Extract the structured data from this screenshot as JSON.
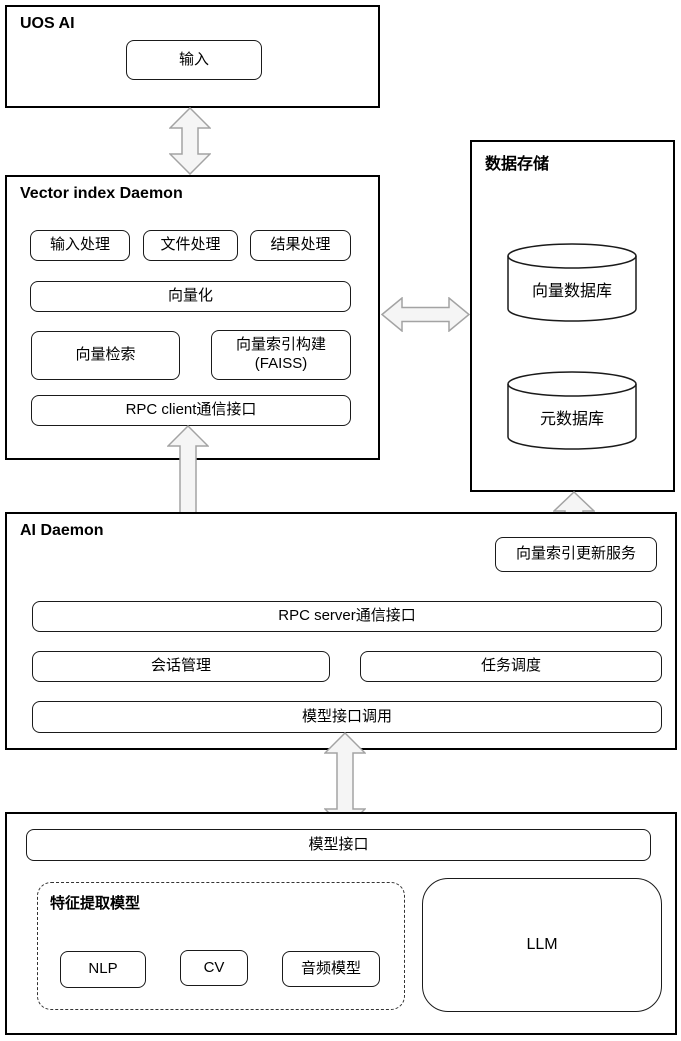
{
  "diagram": {
    "uos": {
      "title": "UOS AI",
      "input": "输入"
    },
    "vid": {
      "title": "Vector index Daemon",
      "input_proc": "输入处理",
      "file_proc": "文件处理",
      "result_proc": "结果处理",
      "vectorize": "向量化",
      "search": "向量检索",
      "index_build": "向量索引构建",
      "index_build_sub": "(FAISS)",
      "rpc_client": "RPC client通信接口"
    },
    "storage": {
      "title": "数据存储",
      "vector_db": "向量数据库",
      "meta_db": "元数据库"
    },
    "ai": {
      "title": "AI Daemon",
      "index_update": "向量索引更新服务",
      "rpc_server": "RPC server通信接口",
      "session": "会话管理",
      "task": "任务调度",
      "model_call": "模型接口调用"
    },
    "models": {
      "interface": "模型接口",
      "feature_group": "特征提取模型",
      "nlp": "NLP",
      "cv": "CV",
      "audio": "音频模型",
      "llm": "LLM"
    }
  },
  "colors": {
    "border": "#000000",
    "arrow_fill": "#f5f5f5",
    "arrow_stroke": "#a3a3a3",
    "background": "#ffffff",
    "text": "#000000"
  }
}
